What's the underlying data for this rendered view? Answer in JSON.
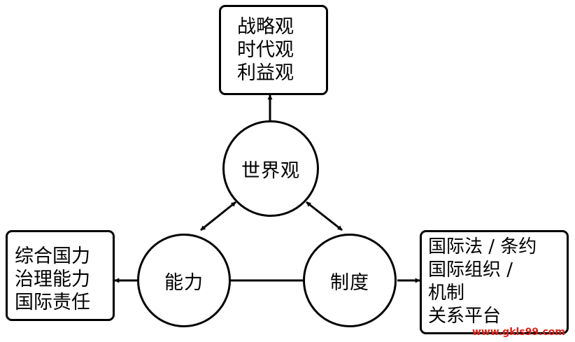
{
  "diagram": {
    "top_box": {
      "lines": [
        "战略观",
        "时代观",
        "利益观"
      ]
    },
    "center_top": {
      "label": "世界观"
    },
    "center_left": {
      "label": "能力"
    },
    "center_right": {
      "label": "制度"
    },
    "left_box": {
      "lines": [
        "综合国力",
        "治理能力",
        "国际责任"
      ]
    },
    "right_box": {
      "lines": [
        "国际法 / 条约",
        "国际组织 /",
        "机制",
        "关系平台"
      ]
    },
    "watermark": "www.gkls99.com"
  },
  "colors": {
    "stroke": "#000000",
    "watermark": "#d62218"
  }
}
